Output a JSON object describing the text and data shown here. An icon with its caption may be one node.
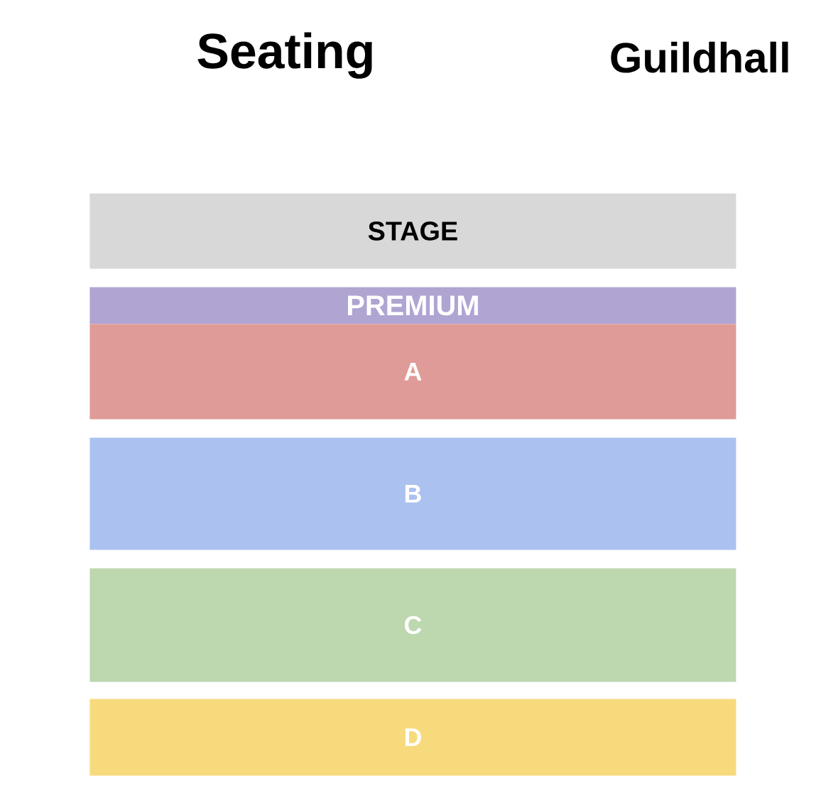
{
  "diagram": {
    "title": "Seating",
    "nodes": [
      {
        "text": [
          "STAGE"
        ]
      },
      {
        "text": [
          "PREMIUM"
        ]
      },
      {
        "text": [
          "A"
        ]
      },
      {
        "text": [
          "B"
        ]
      },
      {
        "text": [
          "C"
        ]
      },
      {
        "text": [
          "D"
        ]
      }
    ],
    "labels": [
      "Guildhall"
    ]
  }
}
